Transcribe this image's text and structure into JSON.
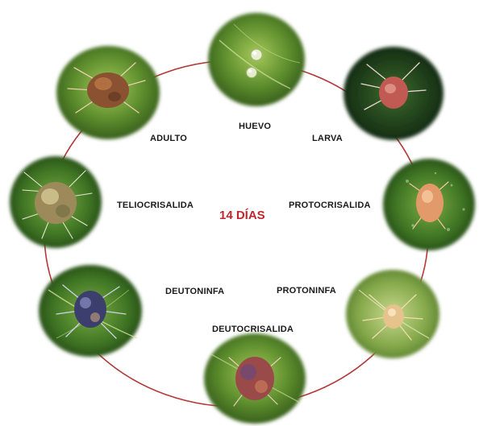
{
  "colors": {
    "cycle_ring": "#b23a3a",
    "center_text": "#c0272d",
    "stage_text": "#1a1a1a"
  },
  "center": {
    "label": "14 DÍAS"
  },
  "stages": [
    {
      "id": "huevo",
      "label": "HUEVO",
      "photo": "eggs-on-leaf"
    },
    {
      "id": "larva",
      "label": "LARVA",
      "photo": "mite-larva"
    },
    {
      "id": "protocrisalida",
      "label": "PROTOCRISALIDA",
      "photo": "mite-protochrysalis"
    },
    {
      "id": "protoninfa",
      "label": "PROTONINFA",
      "photo": "mite-protonymph"
    },
    {
      "id": "deutocrisalida",
      "label": "DEUTOCRISALIDA",
      "photo": "mite-deutochrysalis"
    },
    {
      "id": "deutoninfa",
      "label": "DEUTONINFA",
      "photo": "mite-deutonymph"
    },
    {
      "id": "teliocrisalida",
      "label": "TELIOCRISALIDA",
      "photo": "mite-teliochrysalis"
    },
    {
      "id": "adulto",
      "label": "ADULTO",
      "photo": "adult-mite"
    }
  ]
}
